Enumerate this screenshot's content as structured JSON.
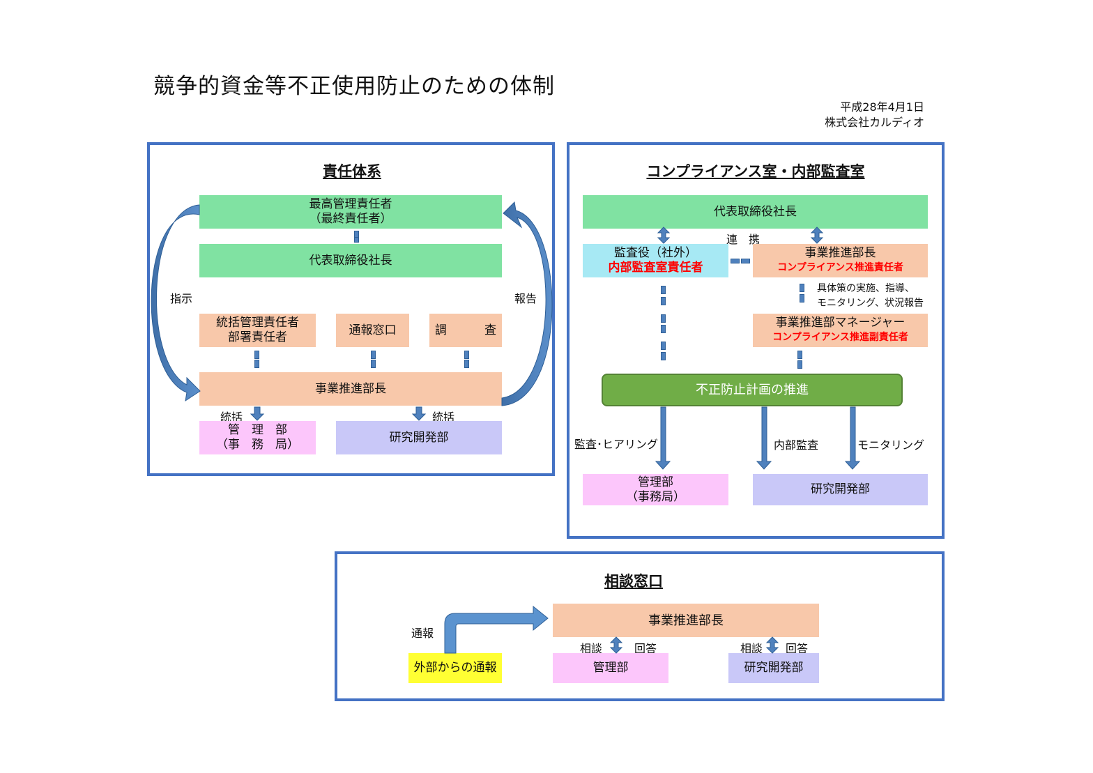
{
  "title": "競争的資金等不正使用防止のための体制",
  "date": "平成28年4月1日",
  "company": "株式会社カルディオ",
  "colors": {
    "panel_border": "#4472c4",
    "green": "#80e2a2",
    "peach": "#f8c8aa",
    "pink": "#fcc6fb",
    "lavender": "#c9c8f8",
    "cyan": "#a7e9f4",
    "yellow": "#ffff33",
    "dark_green": "#70ad47",
    "arrow_blue": "#4f81bd",
    "red_text": "#ff0000"
  },
  "responsibility": {
    "title": "責任体系",
    "top_box": {
      "line1": "最高管理責任者",
      "line2": "（最終責任者）"
    },
    "president": "代表取締役社長",
    "left_arrow_label": "指示",
    "right_arrow_label": "報告",
    "mid_boxes": [
      {
        "line1": "統括管理責任者",
        "line2": "部署責任者"
      },
      {
        "line1": "通報窓口"
      },
      {
        "left": "調",
        "right": "査"
      }
    ],
    "business_head": "事業推進部長",
    "oversee_left": "統括",
    "oversee_right": "統括",
    "admin_dept": {
      "line1": "管　理　部",
      "line2": "（事　務　局）"
    },
    "rnd_dept": "研究開発部"
  },
  "compliance": {
    "title": "コンプライアンス室・内部監査室",
    "president": "代表取締役社長",
    "link_label": "連　携",
    "auditor": {
      "line1": "監査役（社外）",
      "line2": "内部監査室責任者"
    },
    "business_head": {
      "line1": "事業推進部長",
      "line2": "コンプライアンス推進責任者"
    },
    "duties": {
      "line1": "具体策の実施、指導、",
      "line2": "モニタリング、状況報告"
    },
    "manager": {
      "line1": "事業推進部マネージャー",
      "line2": "コンプライアンス推進副責任者"
    },
    "plan": "不正防止計画の推進",
    "arrow_labels": [
      "監査･ヒアリング",
      "内部監査",
      "モニタリング"
    ],
    "admin_dept": {
      "line1": "管理部",
      "line2": "（事務局）"
    },
    "rnd_dept": "研究開発部"
  },
  "consultation": {
    "title": "相談窓口",
    "report_label": "通報",
    "external": "外部からの通報",
    "business_head": "事業推進部長",
    "left_consult": "相談",
    "left_answer": "回答",
    "right_consult": "相談",
    "right_answer": "回答",
    "admin_dept": "管理部",
    "rnd_dept": "研究開発部"
  }
}
